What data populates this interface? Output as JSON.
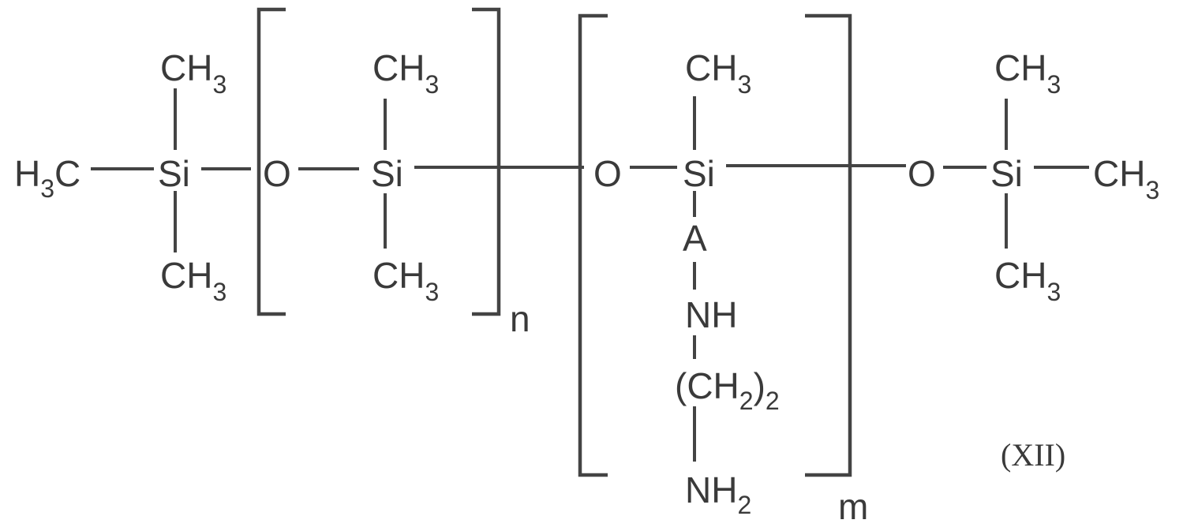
{
  "structure": {
    "label": "(XII)",
    "left_end": {
      "methyl_left": {
        "main": "H",
        "sub": "3",
        "tail": "C"
      },
      "si": "Si",
      "top": {
        "main": "CH",
        "sub": "3"
      },
      "bottom": {
        "main": "CH",
        "sub": "3"
      }
    },
    "unit_n": {
      "o": "O",
      "si": "Si",
      "top": {
        "main": "CH",
        "sub": "3"
      },
      "bottom": {
        "main": "CH",
        "sub": "3"
      },
      "repeat": "n"
    },
    "unit_m": {
      "o": "O",
      "si": "Si",
      "top": {
        "main": "CH",
        "sub": "3"
      },
      "a": "A",
      "nh": "NH",
      "ch2": {
        "open": "(CH",
        "sub": "2",
        "close": ")",
        "sub2": "2"
      },
      "nh2": {
        "main": "NH",
        "sub": "2"
      },
      "repeat": "m"
    },
    "right_end": {
      "o": "O",
      "si": "Si",
      "top": {
        "main": "CH",
        "sub": "3"
      },
      "bottom": {
        "main": "CH",
        "sub": "3"
      },
      "right": {
        "main": "CH",
        "sub": "3"
      }
    }
  }
}
